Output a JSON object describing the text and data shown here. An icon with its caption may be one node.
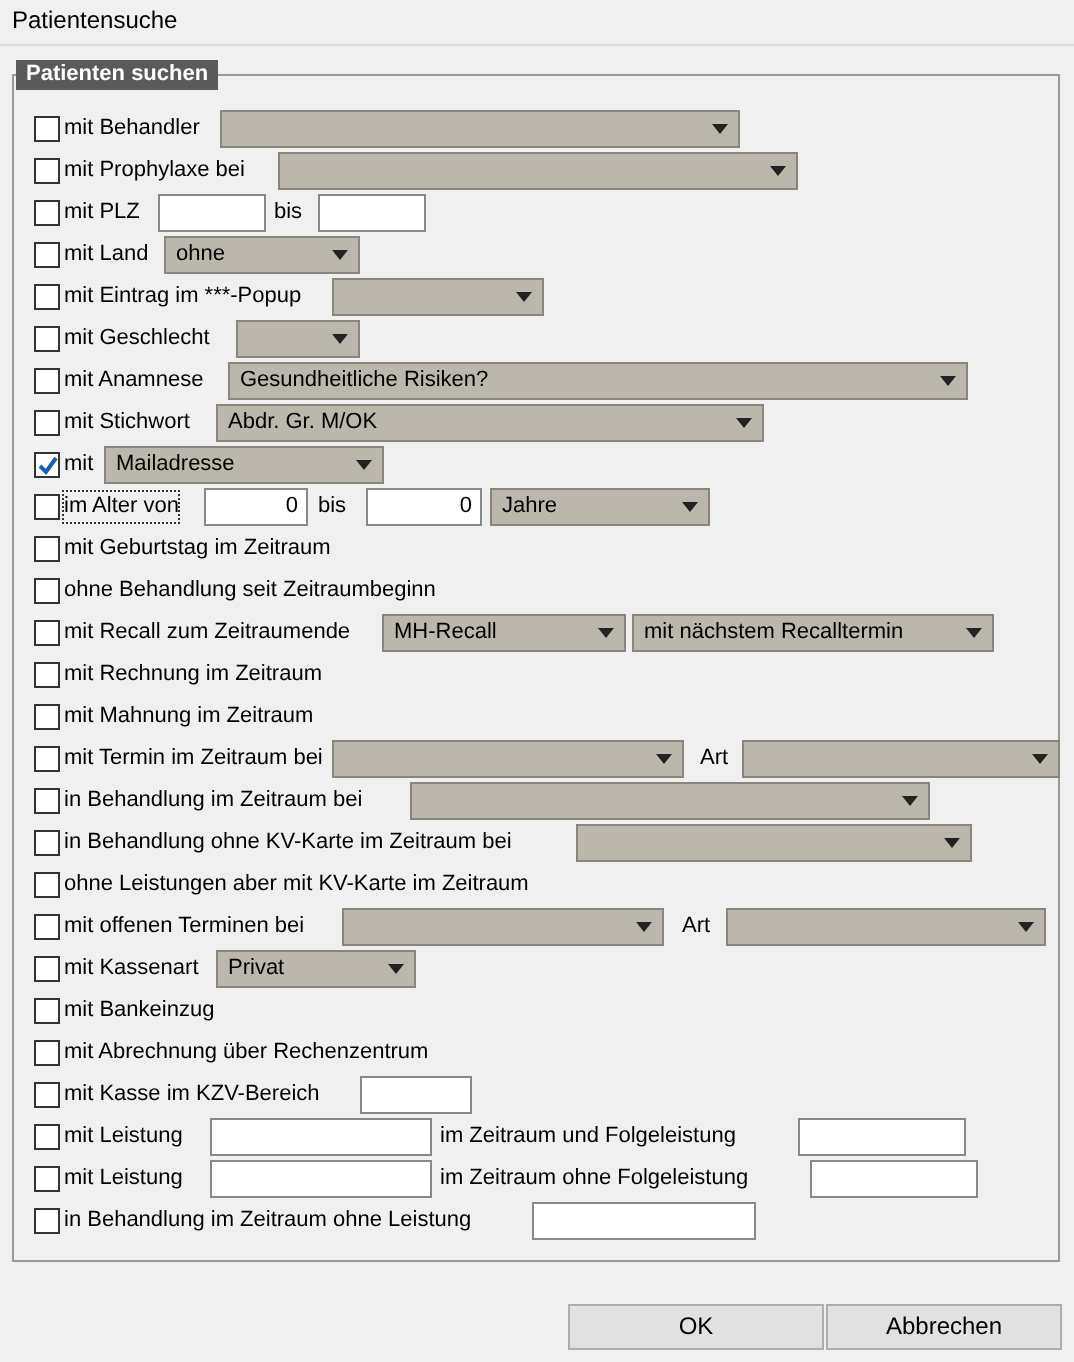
{
  "diagram": {
    "title": "Patientensuche",
    "labels": [
      "Patienten suchen",
      "mit Behandler",
      "mit Prophylaxe bei",
      "mit PLZ",
      "bis",
      "mit Land",
      "ohne",
      "mit Eintrag im ***-Popup",
      "mit Geschlecht",
      "mit Anamnese",
      "Gesundheitliche Risiken?",
      "mit Stichwort",
      "Abdr. Gr. M/OK",
      "mit",
      "Mailadresse",
      "im Alter von",
      "0",
      "bis",
      "0",
      "Jahre",
      "mit Geburtstag im Zeitraum",
      "ohne Behandlung seit Zeitraumbeginn",
      "mit Recall zum Zeitraumende",
      "MH-Recall",
      "mit nächstem Recalltermin",
      "mit Rechnung im Zeitraum",
      "mit Mahnung im Zeitraum",
      "mit Termin im Zeitraum bei",
      "Art",
      "in Behandlung im Zeitraum bei",
      "in Behandlung ohne KV-Karte im Zeitraum bei",
      "ohne Leistungen aber mit KV-Karte im Zeitraum",
      "mit offenen Terminen bei",
      "Art",
      "mit Kassenart",
      "Privat",
      "mit Bankeinzug",
      "mit Abrechnung über Rechenzentrum",
      "mit Kasse im KZV-Bereich",
      "mit Leistung",
      "im Zeitraum und Folgeleistung",
      "mit Leistung",
      "im Zeitraum ohne Folgeleistung",
      "in Behandlung im Zeitraum ohne Leistung",
      "OK",
      "Abbrechen"
    ]
  }
}
